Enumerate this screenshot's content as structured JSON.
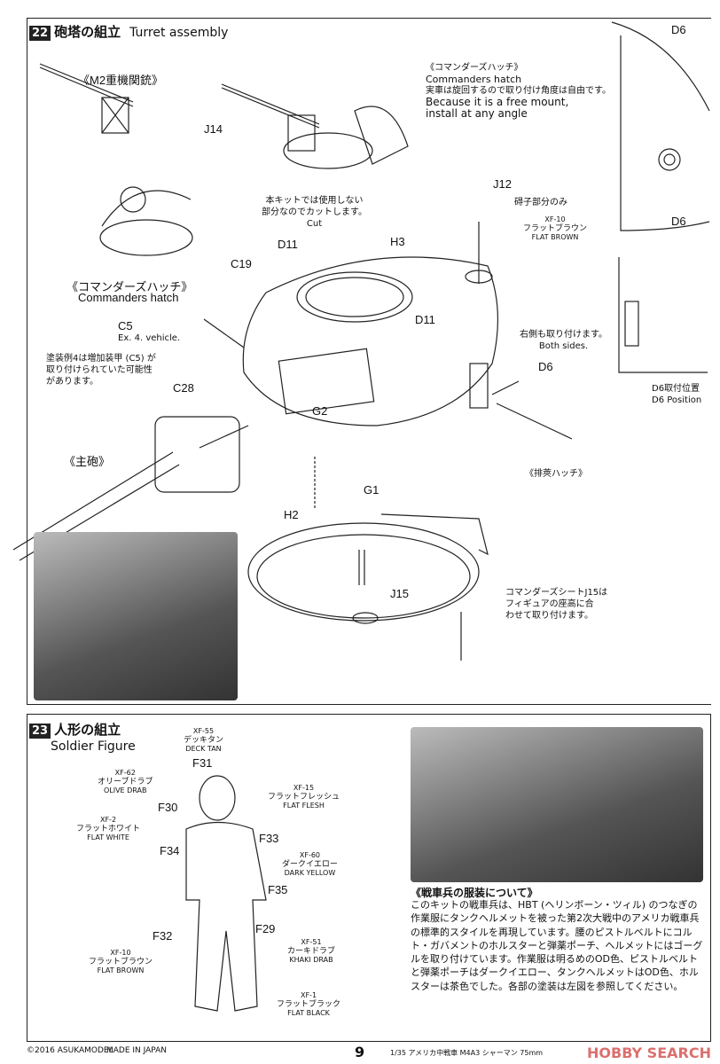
{
  "step22": {
    "number": "22",
    "title_jp": "砲塔の組立",
    "title_en": "Turret assembly",
    "m2_label": "《M2重機関銃》",
    "hatch_label_jp": "《コマンダーズハッチ》",
    "hatch_label_en": "Commanders hatch",
    "hatch_note_jp": "《コマンダーズハッチ》",
    "hatch_note_en": "Commanders hatch",
    "hatch_note_body_jp": "実車は旋回するので取り付け角度は自由です。",
    "hatch_note_body_en1": "Because it is a free mount,",
    "hatch_note_body_en2": "install at any angle",
    "cut_note1": "本キットでは使用しない",
    "cut_note2": "部分なのでカットします。",
    "cut_note_en": "Cut",
    "c5_label": "C5",
    "c5_note": "Ex. 4. vehicle.",
    "c5_jp1": "塗装例4は増加装甲 (C5) が",
    "c5_jp2": "取り付けられていた可能性",
    "c5_jp3": "があります。",
    "gun_label": "《主砲》",
    "vent_label": "《排莢ハッチ》",
    "both_sides_jp": "右側も取り付けます。",
    "both_sides_en": "Both sides.",
    "barrel_only": "碍子部分のみ",
    "paint_j12": {
      "code": "XF-10",
      "jp": "フラットブラウン",
      "en": "FLAT BROWN"
    },
    "d6_pos_jp": "D6取付位置",
    "d6_pos_en": "D6 Position",
    "seat_note1": "コマンダーズシートJ15は",
    "seat_note2": "フィギュアの座高に合",
    "seat_note3": "わせて取り付けます。",
    "parts": [
      "J14",
      "J12",
      "D11",
      "D11",
      "C19",
      "H3",
      "C28",
      "G2",
      "D6",
      "D6",
      "D6",
      "G1",
      "H2",
      "J15"
    ]
  },
  "step23": {
    "number": "23",
    "title_jp": "人形の組立",
    "title_en": "Soldier Figure",
    "parts": [
      "F31",
      "F30",
      "F33",
      "F34",
      "F35",
      "F32",
      "F29"
    ],
    "paints": [
      {
        "code": "XF-55",
        "jp": "デッキタン",
        "en": "DECK TAN"
      },
      {
        "code": "XF-62",
        "jp": "オリーブドラブ",
        "en": "OLIVE DRAB"
      },
      {
        "code": "XF-15",
        "jp": "フラットフレッシュ",
        "en": "FLAT FLESH"
      },
      {
        "code": "XF-2",
        "jp": "フラットホワイト",
        "en": "FLAT WHITE"
      },
      {
        "code": "XF-60",
        "jp": "ダークイエロー",
        "en": "DARK YELLOW"
      },
      {
        "code": "XF-51",
        "jp": "カーキドラブ",
        "en": "KHAKI DRAB"
      },
      {
        "code": "XF-10",
        "jp": "フラットブラウン",
        "en": "FLAT BROWN"
      },
      {
        "code": "XF-1",
        "jp": "フラットブラック",
        "en": "FLAT BLACK"
      }
    ],
    "uniform_heading": "《戦車兵の服装について》",
    "uniform_body": "このキットの戦車兵は、HBT (ヘリンボーン・ツィル) のつなぎの作業服にタンクヘルメットを被った第2次大戦中のアメリカ戦車兵の標準的スタイルを再現しています。腰のピストルベルトにコルト・ガバメントのホルスターと弾薬ポーチ、ヘルメットにはゴーグルを取り付けています。作業服は明るめのOD色、ピストルベルトと弾薬ポーチはダークイエロー、タンクヘルメットはOD色、ホルスターは茶色でした。各部の塗装は左図を参照してください。"
  },
  "footer": {
    "copyright": "©2016 ASUKAMODEL",
    "made_in": "MADE IN JAPAN",
    "page": "9",
    "product": "1/35 アメリカ中戦車 M4A3 シャーマン 75mm",
    "watermark": "HOBBY SEARCH"
  }
}
